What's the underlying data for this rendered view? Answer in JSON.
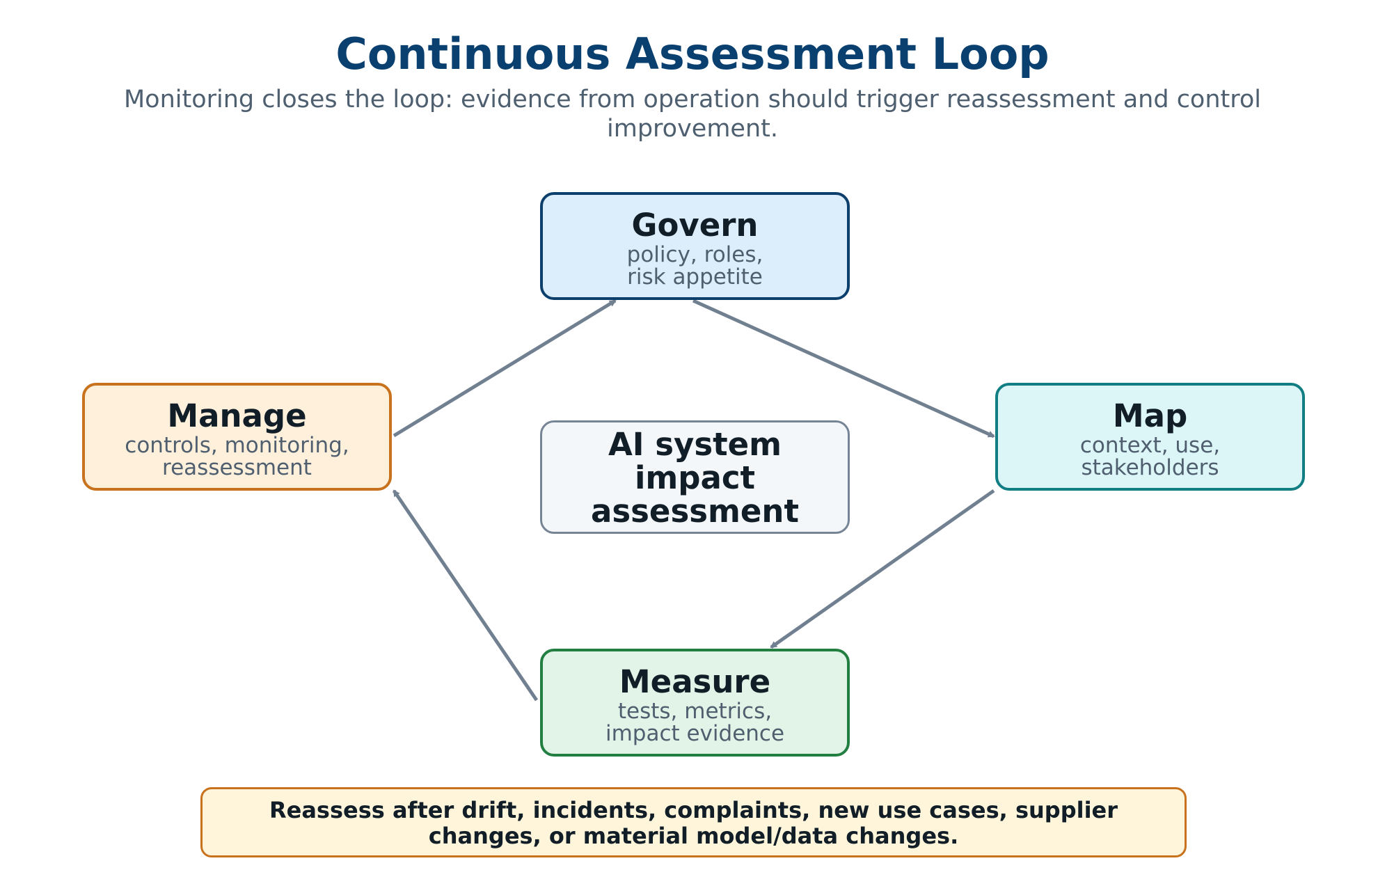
{
  "header": {
    "title": "Continuous Assessment Loop",
    "subtitle": "Monitoring closes the loop: evidence from operation should trigger reassessment and control improvement."
  },
  "nodes": {
    "govern": {
      "title": "Govern",
      "line1": "policy, roles,",
      "line2": "risk appetite",
      "fill": "#dcedfb",
      "border": "#0c3f6c"
    },
    "map": {
      "title": "Map",
      "line1": "context, use,",
      "line2": "stakeholders",
      "fill": "#dcf5f6",
      "border": "#117e84"
    },
    "measure": {
      "title": "Measure",
      "line1": "tests, metrics,",
      "line2": "impact evidence",
      "fill": "#e1f4e7",
      "border": "#237f41"
    },
    "manage": {
      "title": "Manage",
      "line1": "controls, monitoring,",
      "line2": "reassessment",
      "fill": "#fff0dc",
      "border": "#c9721d"
    },
    "center": {
      "line1": "AI system",
      "line2": "impact",
      "line3": "assessment"
    }
  },
  "callout": {
    "line1": "Reassess after drift, incidents, complaints, new use cases, supplier",
    "line2": "changes, or material model/data changes."
  },
  "edges": [
    {
      "from": "govern",
      "to": "map"
    },
    {
      "from": "map",
      "to": "measure"
    },
    {
      "from": "measure",
      "to": "manage"
    },
    {
      "from": "manage",
      "to": "govern"
    }
  ],
  "colors": {
    "title": "#0a406f",
    "arrow": "#718091"
  }
}
